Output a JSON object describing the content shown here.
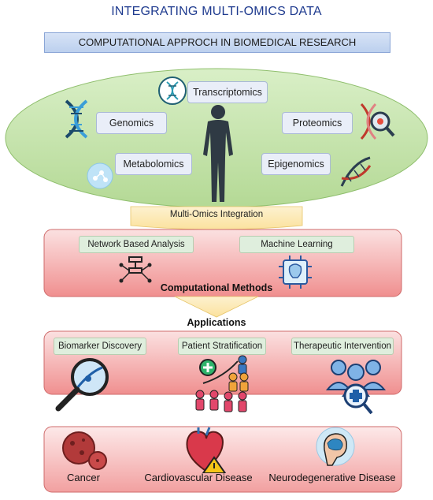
{
  "title": "INTEGRATING MULTI-OMICS DATA",
  "subtitle": "COMPUTATIONAL APPROCH IN BIOMEDICAL RESEARCH",
  "omics": {
    "transcriptomics": "Transcriptomics",
    "genomics": "Genomics",
    "proteomics": "Proteomics",
    "metabolomics": "Metabolomics",
    "epigenomics": "Epigenomics"
  },
  "integration_label": "Multi-Omics Integration",
  "computational": {
    "network": "Network Based Analysis",
    "ml": "Machine Learning",
    "label": "Computational Methods"
  },
  "applications": {
    "heading": "Applications",
    "biomarker": "Biomarker Discovery",
    "stratification": "Patient Stratification",
    "therapeutic": "Therapeutic Intervention"
  },
  "diseases": {
    "cancer": "Cancer",
    "cardio": "Cardiovascular Disease",
    "neuro": "Neurodegenerative Disease"
  },
  "colors": {
    "title": "#1f3b8f",
    "ellipse": "#b9dc9e",
    "panel_red": "#f2a3a3",
    "arrow_yellow": "#fbe7b0"
  }
}
